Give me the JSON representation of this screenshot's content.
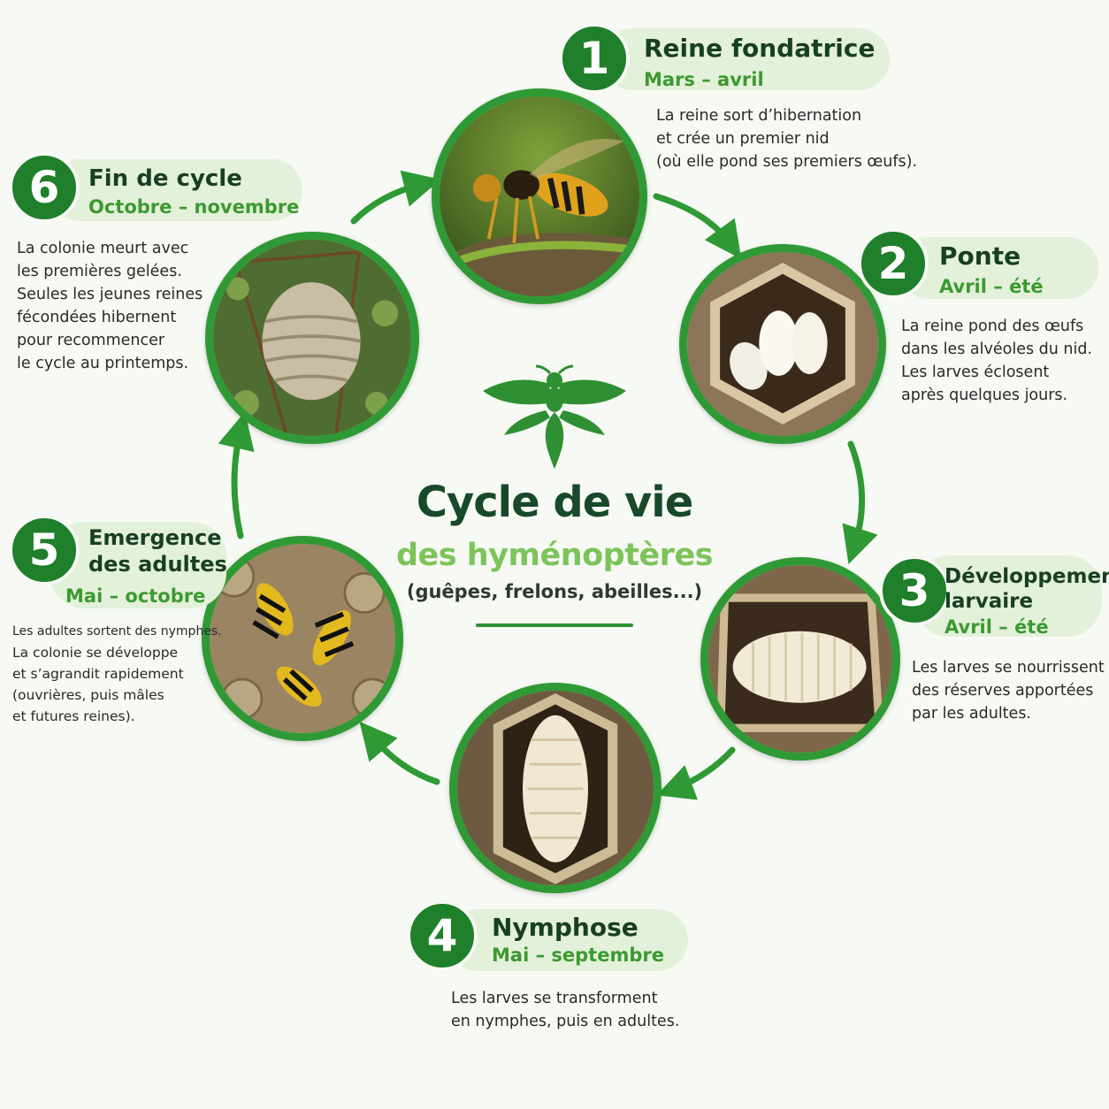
{
  "title": "Cycle de vie",
  "subtitle": "des hyménoptères",
  "note": "(guêpes, frelons, abeilles...)",
  "colors": {
    "green_dark": "#1f7f2a",
    "green_ring": "#2f9a35",
    "green_light": "#e3f0da",
    "period": "#3b9a2f"
  },
  "center_icon": "wasp-silhouette-icon",
  "stages": [
    {
      "number": "1",
      "title": "Reine fondatrice",
      "period": "Mars – avril",
      "lines": [
        "La reine sort d’hibernation",
        "et crée un premier nid",
        "(où elle pond ses premiers œufs)."
      ],
      "image": "queen-wasp-photo"
    },
    {
      "number": "2",
      "title": "Ponte",
      "period": "Avril – été",
      "lines": [
        "La reine pond des œufs",
        "dans les alvéoles du nid.",
        "Les larves éclosent",
        "après quelques jours."
      ],
      "image": "eggs-in-cell-photo"
    },
    {
      "number": "3",
      "title": "Développement",
      "title2": "larvaire",
      "period": "Avril – été",
      "lines": [
        "Les larves se nourrissent",
        "des réserves apportées",
        "par les adultes."
      ],
      "image": "larva-in-cell-photo"
    },
    {
      "number": "4",
      "title": "Nymphose",
      "period": "Mai – septembre",
      "lines": [
        "Les larves se transforment",
        "en nymphes, puis en adultes."
      ],
      "image": "pupa-in-cell-photo"
    },
    {
      "number": "5",
      "title": "Emergence",
      "title2": "des adultes",
      "period": "Mai – octobre",
      "lines": [
        "Les adultes sortent des nymphes.",
        "La colonie se développe",
        "et s’agrandit rapidement",
        "(ouvrières, puis mâles",
        "et futures reines)."
      ],
      "image": "adult-wasps-photo"
    },
    {
      "number": "6",
      "title": "Fin de cycle",
      "period": "Octobre – novembre",
      "lines": [
        "La colonie meurt avec",
        "les premières gelées.",
        "Seules les jeunes reines",
        "fécondées hibernent",
        "pour recommencer",
        "le cycle au printemps."
      ],
      "image": "paper-nest-photo"
    }
  ]
}
